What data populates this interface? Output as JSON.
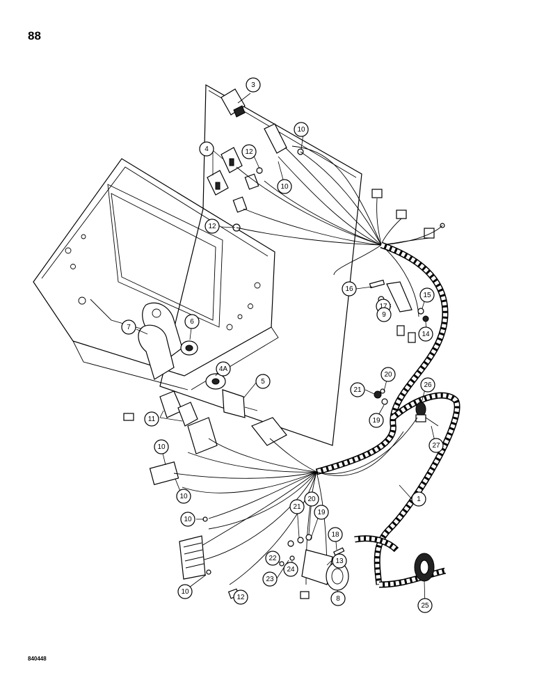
{
  "page_number": "88",
  "figure_id": "840448",
  "callouts": [
    {
      "id": "c3",
      "label": "3"
    },
    {
      "id": "c10a",
      "label": "10"
    },
    {
      "id": "c4",
      "label": "4"
    },
    {
      "id": "c12a",
      "label": "12"
    },
    {
      "id": "c10b",
      "label": "10"
    },
    {
      "id": "c12b",
      "label": "12"
    },
    {
      "id": "c16",
      "label": "16"
    },
    {
      "id": "c17",
      "label": "17"
    },
    {
      "id": "c9",
      "label": "9"
    },
    {
      "id": "c15",
      "label": "15"
    },
    {
      "id": "c14",
      "label": "14"
    },
    {
      "id": "c7",
      "label": "7"
    },
    {
      "id": "c6",
      "label": "6"
    },
    {
      "id": "c4A",
      "label": "4A"
    },
    {
      "id": "c5",
      "label": "5"
    },
    {
      "id": "c20a",
      "label": "20"
    },
    {
      "id": "c21a",
      "label": "21"
    },
    {
      "id": "c19a",
      "label": "19"
    },
    {
      "id": "c26",
      "label": "26"
    },
    {
      "id": "c27",
      "label": "27"
    },
    {
      "id": "c11",
      "label": "11"
    },
    {
      "id": "c10c",
      "label": "10"
    },
    {
      "id": "c10d",
      "label": "10"
    },
    {
      "id": "c1",
      "label": "1"
    },
    {
      "id": "c21b",
      "label": "21"
    },
    {
      "id": "c20b",
      "label": "20"
    },
    {
      "id": "c19b",
      "label": "19"
    },
    {
      "id": "c10e",
      "label": "10"
    },
    {
      "id": "c18",
      "label": "18"
    },
    {
      "id": "c22",
      "label": "22"
    },
    {
      "id": "c13",
      "label": "13"
    },
    {
      "id": "c23",
      "label": "23"
    },
    {
      "id": "c24",
      "label": "24"
    },
    {
      "id": "c10f",
      "label": "10"
    },
    {
      "id": "c12c",
      "label": "12"
    },
    {
      "id": "c8",
      "label": "8"
    },
    {
      "id": "c25",
      "label": "25"
    }
  ]
}
